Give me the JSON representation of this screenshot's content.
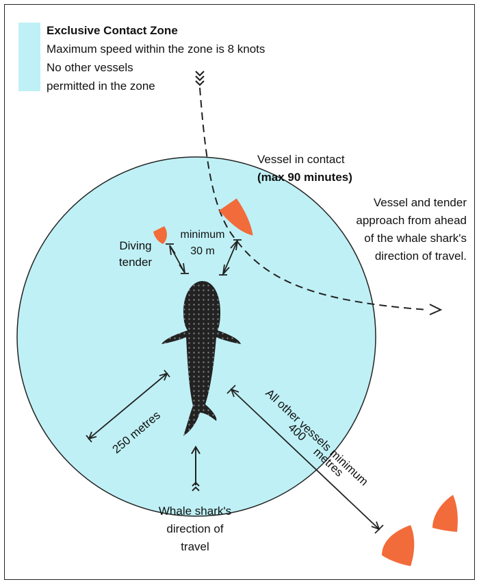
{
  "colors": {
    "zone_fill": "#bff0f5",
    "vessel_fill": "#f26b3a",
    "line": "#222222",
    "shark_body": "#222222",
    "shark_spots": "#cfcfcf"
  },
  "legend": {
    "title": "Exclusive Contact Zone",
    "line1": "Maximum speed within the zone is 8 knots",
    "line2": "No other vessels",
    "line3": "permitted in the zone"
  },
  "labels": {
    "vessel_in_contact_1": "Vessel in contact",
    "vessel_in_contact_2_prefix": "(max 90 ",
    "vessel_in_contact_2_bold": "minutes)",
    "approach_1": "Vessel and tender",
    "approach_2": "approach from ahead",
    "approach_3": "of the whale shark's",
    "approach_4": "direction of travel.",
    "diving_tender_1": "Diving",
    "diving_tender_2": "tender",
    "minimum_1": "minimum",
    "minimum_2": "30 m",
    "radius": "250 metres",
    "other_vessels_1": "All other vessels minimum",
    "other_vessels_2": "400",
    "other_vessels_3": "metres",
    "direction_1": "Whale shark's",
    "direction_2": "direction of",
    "direction_3": "travel"
  }
}
